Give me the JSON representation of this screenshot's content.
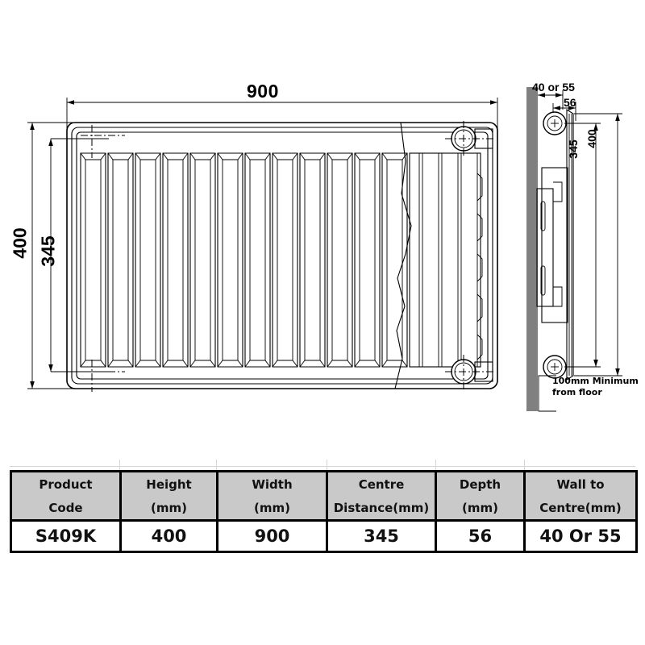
{
  "drawing": {
    "title": "Radiator dimensional drawing",
    "front_view": {
      "name": "front-view",
      "width_dimension": "900",
      "height_dimension": "400",
      "centre_distance_dimension": "345",
      "fin_count": 13
    },
    "side_view": {
      "name": "side-view",
      "wall_to_centre_dimension": "40 or 55",
      "depth_dimension": "56",
      "height_dimension": "400",
      "centre_distance_dimension": "345",
      "floor_note_line1": "100mm Minimum",
      "floor_note_line2": "from floor"
    },
    "colors": {
      "line": "#000000",
      "wall_fill": "#808080",
      "panel_fill": "#ffffff",
      "table_header_fill": "#c9c9c9"
    }
  },
  "spec_table": {
    "name": "specification-table",
    "header_line1": [
      "Product",
      "Height",
      "Width",
      "Centre",
      "Depth",
      "Wall to"
    ],
    "header_line2": [
      "Code",
      "(mm)",
      "(mm)",
      "Distance(mm)",
      "(mm)",
      "Centre(mm)"
    ],
    "rows": [
      {
        "product_code": "S409K",
        "height_mm": "400",
        "width_mm": "900",
        "centre_distance_mm": "345",
        "depth_mm": "56",
        "wall_to_centre_mm": "40 Or 55"
      }
    ]
  },
  "chart_data": {
    "type": "table",
    "title": "Radiator specification",
    "columns": [
      "Product Code",
      "Height (mm)",
      "Width (mm)",
      "Centre Distance(mm)",
      "Depth (mm)",
      "Wall to Centre(mm)"
    ],
    "values": [
      [
        "S409K",
        "400",
        "900",
        "345",
        "56",
        "40 Or 55"
      ]
    ]
  }
}
